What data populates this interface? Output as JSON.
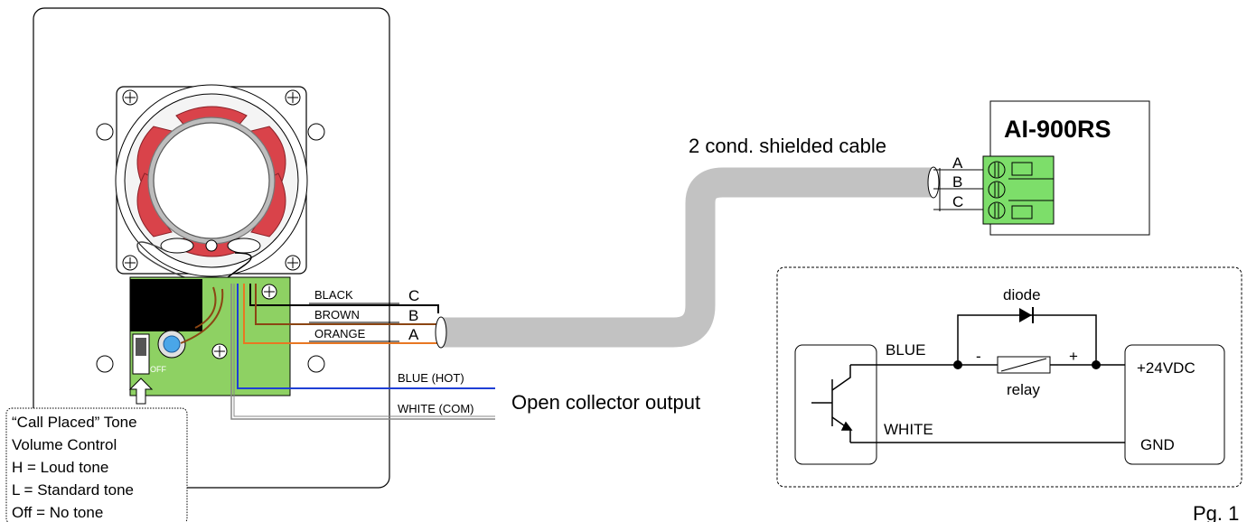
{
  "cable": {
    "label": "2 cond. shielded cable"
  },
  "unit": {
    "model": "AI-900RS",
    "terminals": [
      "A",
      "B",
      "C"
    ]
  },
  "board": {
    "switch_off_label": "OFF",
    "wires": [
      {
        "color_name": "BLACK",
        "terminal": "C",
        "color": "#000000"
      },
      {
        "color_name": "BROWN",
        "terminal": "B",
        "color": "#8b4513"
      },
      {
        "color_name": "ORANGE",
        "terminal": "A",
        "color": "#e87722"
      }
    ]
  },
  "output": {
    "label": "Open collector output",
    "wires": [
      {
        "label": "BLUE (HOT)",
        "color": "#1f3fd6"
      },
      {
        "label": "WHITE (COM)",
        "color": "#888888"
      }
    ]
  },
  "callout": {
    "lines": [
      "“Call Placed” Tone",
      "Volume Control",
      "H = Loud tone",
      "L = Standard tone",
      "Off = No tone"
    ]
  },
  "schematic": {
    "diode_label": "diode",
    "relay_label": "relay",
    "minus": "-",
    "plus": "+",
    "blue_label": "BLUE",
    "white_label": "WHITE",
    "supply_label": "+24VDC",
    "gnd_label": "GND"
  },
  "page": {
    "number": "Pg. 1"
  },
  "colors": {
    "pcb_green": "#8ed163",
    "terminal_green": "#7dde6a",
    "cone_red": "#d9434a",
    "cable_gray": "#c2c2c2"
  }
}
